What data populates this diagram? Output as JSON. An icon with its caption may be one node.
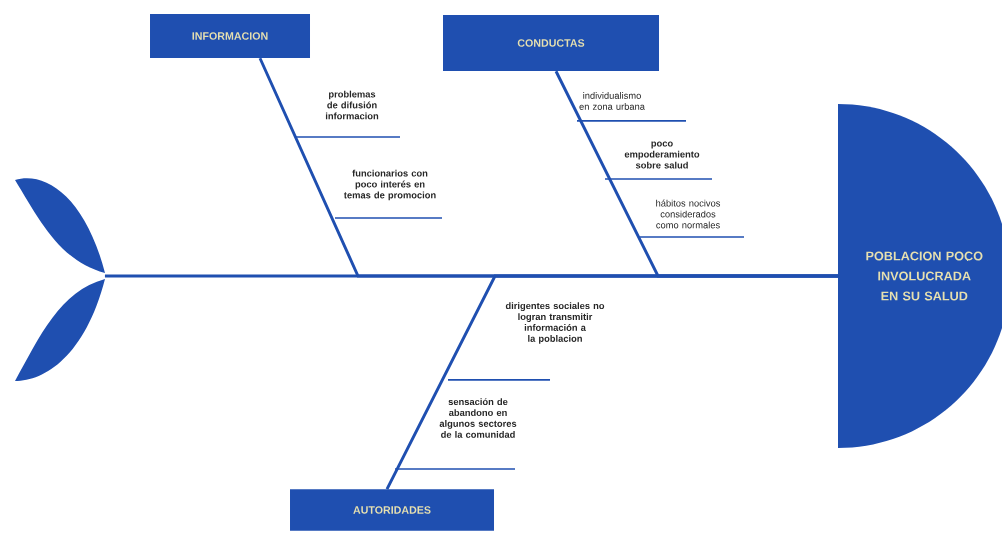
{
  "diagram": {
    "nodes": [
      {
        "text": [
          "INFORMACION"
        ]
      },
      {
        "text": [
          "CONDUCTAS"
        ]
      },
      {
        "text": [
          "AUTORIDADES"
        ]
      },
      {
        "text": [
          "POBLACION POCO INVOLUCRADA EN SU SALUD"
        ]
      },
      {
        "text": [],
        "shape": "tail"
      }
    ],
    "edges": [
      {
        "from": 4,
        "to": 3,
        "arrow": "none"
      },
      {
        "from": 0,
        "to": 3,
        "arrow": "none"
      },
      {
        "from": 1,
        "to": 3,
        "arrow": "none"
      },
      {
        "from": 2,
        "to": 3,
        "arrow": "none"
      }
    ],
    "labels": [
      "problemas de difusión informacion",
      "funcionarios con poco interés en temas de promocion",
      "individualismo en zona urbana",
      "poco empoderamiento sobre salud",
      "hábitos nocivos considerados como normales",
      "dirigentes sociales no logran transmitir información a la poblacion",
      "sensación de abandono en algunos sectores de la comunidad"
    ]
  }
}
